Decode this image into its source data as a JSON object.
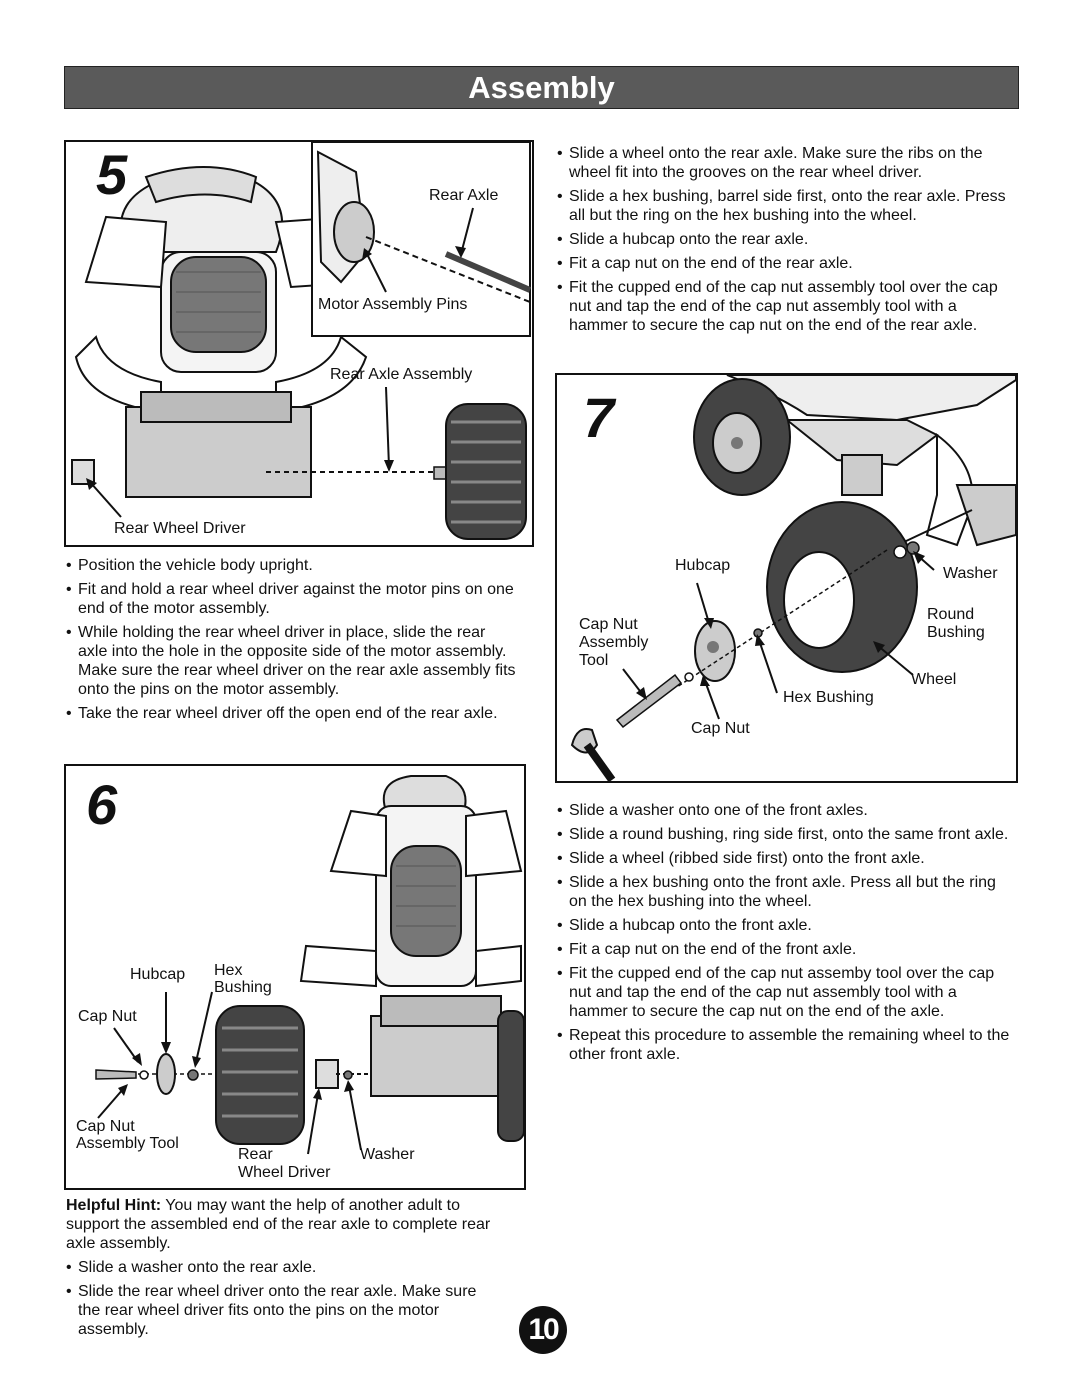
{
  "header": {
    "title": "Assembly"
  },
  "step5": {
    "number": "5",
    "labels": {
      "rear_axle": "Rear Axle",
      "motor_assembly_pins": "Motor Assembly Pins",
      "rear_axle_assembly": "Rear Axle Assembly",
      "rear_wheel_driver": "Rear Wheel Driver"
    },
    "bullets": [
      "Position the vehicle body upright.",
      "Fit and hold a rear wheel driver against the motor pins on one end of the motor assembly.",
      "While holding the rear wheel driver in place, slide the rear axle into the hole in the opposite side of the motor assembly. Make sure the rear wheel driver on the rear axle assembly fits onto the pins on the motor assembly.",
      "Take the rear wheel driver off the open end of the rear axle."
    ]
  },
  "step6": {
    "number": "6",
    "labels": {
      "hubcap": "Hubcap",
      "hex": "Hex",
      "bushing": "Bushing",
      "cap_nut": "Cap Nut",
      "cap_nut_tool_1": "Cap Nut",
      "cap_nut_tool_2": "Assembly Tool",
      "rear": "Rear",
      "wheel_driver": "Wheel Driver",
      "washer": "Washer"
    },
    "hint_label": "Helpful Hint:",
    "hint_text": " You may want the help of another adult to support the assembled end of the rear axle to complete rear axle assembly.",
    "bullets": [
      "Slide a washer onto the rear axle.",
      "Slide the rear wheel driver onto the rear axle. Make sure the rear wheel driver fits onto the pins on the motor assembly."
    ]
  },
  "right_top_bullets": [
    "Slide a wheel onto the rear axle. Make sure the ribs on the wheel fit into the grooves on the rear wheel driver.",
    "Slide a hex bushing, barrel side first, onto the rear axle. Press all but the ring on the hex bushing into the wheel.",
    "Slide a hubcap onto the rear axle.",
    "Fit a cap nut on the end of the rear axle.",
    "Fit the cupped end of the cap nut assembly tool over the cap nut and tap the end of the cap nut assembly tool with a hammer to secure the cap nut on the end of the rear axle."
  ],
  "step7": {
    "number": "7",
    "labels": {
      "hubcap": "Hubcap",
      "washer": "Washer",
      "round": "Round",
      "bushing": "Bushing",
      "cap_nut_1": "Cap Nut",
      "cap_nut_2": "Assembly",
      "cap_nut_3": "Tool",
      "wheel": "Wheel",
      "hex_bushing": "Hex Bushing",
      "cap_nut": "Cap Nut"
    },
    "bullets": [
      "Slide a washer onto one of the front axles.",
      "Slide a round bushing, ring side first, onto the same front axle.",
      "Slide a wheel (ribbed side first) onto the front axle.",
      "Slide a hex bushing onto the front axle. Press all but the ring on the hex bushing into the wheel.",
      "Slide a hubcap onto the front axle.",
      "Fit a cap nut on the end of the front axle.",
      "Fit the cupped end of the cap nut assemby tool over the cap nut and tap the end of the cap nut assembly tool with a hammer to secure the cap nut on the end of the axle.",
      "Repeat this procedure to assemble the remaining wheel to the other front axle."
    ]
  },
  "page_number": "10"
}
